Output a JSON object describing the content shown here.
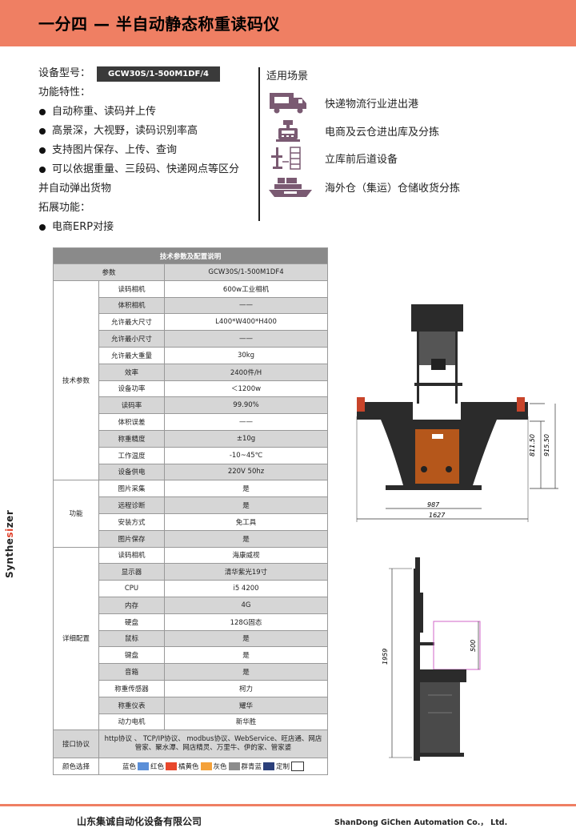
{
  "title": "一分四 — 半自动静态称重读码仪",
  "intro": {
    "model_label": "设备型号：",
    "model_value": "GCW30S/1-500M1DF/4",
    "features_label": "功能特性：",
    "features": [
      "自动称重、读码并上传",
      "高景深，大视野，读码识别率高",
      "支持图片保存、上传、查询",
      "可以依据重量、三段码、快递网点等区分"
    ],
    "features_tail": "并自动弹出货物",
    "ext_label": "拓展功能：",
    "ext": [
      "电商ERP对接"
    ]
  },
  "scenes": {
    "title": "适用场景",
    "items": [
      {
        "label": "快递物流行业进出港",
        "icon": "truck-icon"
      },
      {
        "label": "电商及云仓进出库及分拣",
        "icon": "scale-register-icon"
      },
      {
        "label": "立库前后道设备",
        "icon": "stacker-icon"
      },
      {
        "label": "海外仓（集运）仓储收货分拣",
        "icon": "cargo-ship-icon"
      }
    ]
  },
  "spec": {
    "header": "技术参数及配置说明",
    "param_label": "参数",
    "param_value": "GCW30S/1-500M1DF4",
    "groups": [
      {
        "name": "技术参数",
        "rows": [
          [
            "读码相机",
            "600w工业相机"
          ],
          [
            "体积相机",
            "——"
          ],
          [
            "允许最大尺寸",
            "L400*W400*H400"
          ],
          [
            "允许最小尺寸",
            "——"
          ],
          [
            "允许最大重量",
            "30kg"
          ],
          [
            "效率",
            "2400件/H"
          ],
          [
            "设备功率",
            "＜1200w"
          ],
          [
            "读码率",
            "99.90%"
          ],
          [
            "体积误差",
            "——"
          ],
          [
            "称重精度",
            "±10g"
          ],
          [
            "工作温度",
            "-10~45℃"
          ],
          [
            "设备供电",
            "220V  50hz"
          ]
        ]
      },
      {
        "name": "功能",
        "rows": [
          [
            "图片采集",
            "是"
          ],
          [
            "远程诊断",
            "是"
          ],
          [
            "安装方式",
            "免工具"
          ],
          [
            "图片保存",
            "是"
          ]
        ]
      },
      {
        "name": "详细配置",
        "rows": [
          [
            "读码相机",
            "海康威视"
          ],
          [
            "显示器",
            "清华紫光19寸"
          ],
          [
            "CPU",
            "i5 4200"
          ],
          [
            "内存",
            "4G"
          ],
          [
            "硬盘",
            "128G固态"
          ],
          [
            "鼠标",
            "是"
          ],
          [
            "键盘",
            "是"
          ],
          [
            "音箱",
            "是"
          ],
          [
            "称重传感器",
            "柯力"
          ],
          [
            "称重仪表",
            "耀华"
          ],
          [
            "动力电机",
            "新华胜"
          ]
        ]
      }
    ],
    "interface_label": "接口协议",
    "interface_value": "http协议 、 TCP/IP协议、 modbus协议、WebService、旺店通、网店管家、聚水潭、网店精灵、万里牛、伊的家、管家婆",
    "color_label": "颜色选择",
    "colors": [
      {
        "name": "蓝色",
        "hex": "#5b8fd8"
      },
      {
        "name": "红色",
        "hex": "#e8472c"
      },
      {
        "name": "橘黄色",
        "hex": "#f4a13a"
      },
      {
        "name": "灰色",
        "hex": "#8c8c8c"
      },
      {
        "name": "群青蓝",
        "hex": "#2b3f7a"
      },
      {
        "name": "定制",
        "hex": "#ffffff"
      }
    ]
  },
  "drawing": {
    "front": {
      "height_total": "915.50",
      "height_platform": "811.50",
      "width_inner": "987",
      "width_total": "1627"
    },
    "side": {
      "height_total": "1959",
      "height_box": "500"
    }
  },
  "side_label": {
    "a": "Synthe",
    "b": "si",
    "c": "zer"
  },
  "footer": {
    "company_cn": "山东集诚自动化设备有限公司",
    "company_en": "ShanDong GiChen Automation Co.， Ltd."
  },
  "accent": "#ef7f63"
}
